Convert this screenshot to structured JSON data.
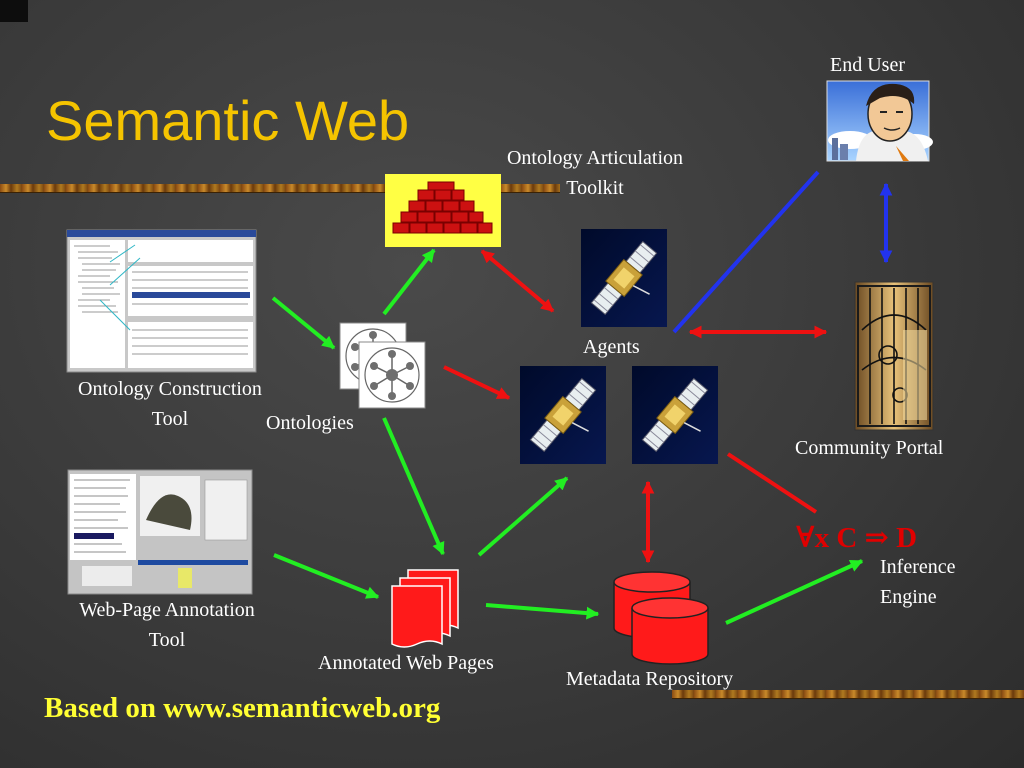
{
  "title": "Semantic Web",
  "footer": "Based on www.semanticweb.org",
  "formula": "∀x C ⇒ D",
  "labels": {
    "end_user": "End User",
    "articulation_1": "Ontology Articulation",
    "articulation_2": "Toolkit",
    "agents": "Agents",
    "construction_1": "Ontology Construction",
    "construction_2": "Tool",
    "ontologies": "Ontologies",
    "community_portal": "Community Portal",
    "annotation_1": "Web-Page Annotation",
    "annotation_2": "Tool",
    "annotated_pages": "Annotated Web Pages",
    "metadata_repo": "Metadata Repository",
    "inference_1": "Inference",
    "inference_2": "Engine"
  },
  "colors": {
    "title": "#f5c400",
    "footer": "#ffff33",
    "arrow_green": "#22ee22",
    "arrow_red": "#ee1111",
    "arrow_blue": "#2233ee",
    "document_red": "#ff1a1a"
  },
  "icons": [
    "end-user-portrait-icon",
    "brick-pyramid-icon",
    "satellite-agent-icon",
    "ontology-graph-icon",
    "portal-gate-icon",
    "document-stack-icon",
    "database-cylinder-icon",
    "tool-screenshot-icon"
  ]
}
